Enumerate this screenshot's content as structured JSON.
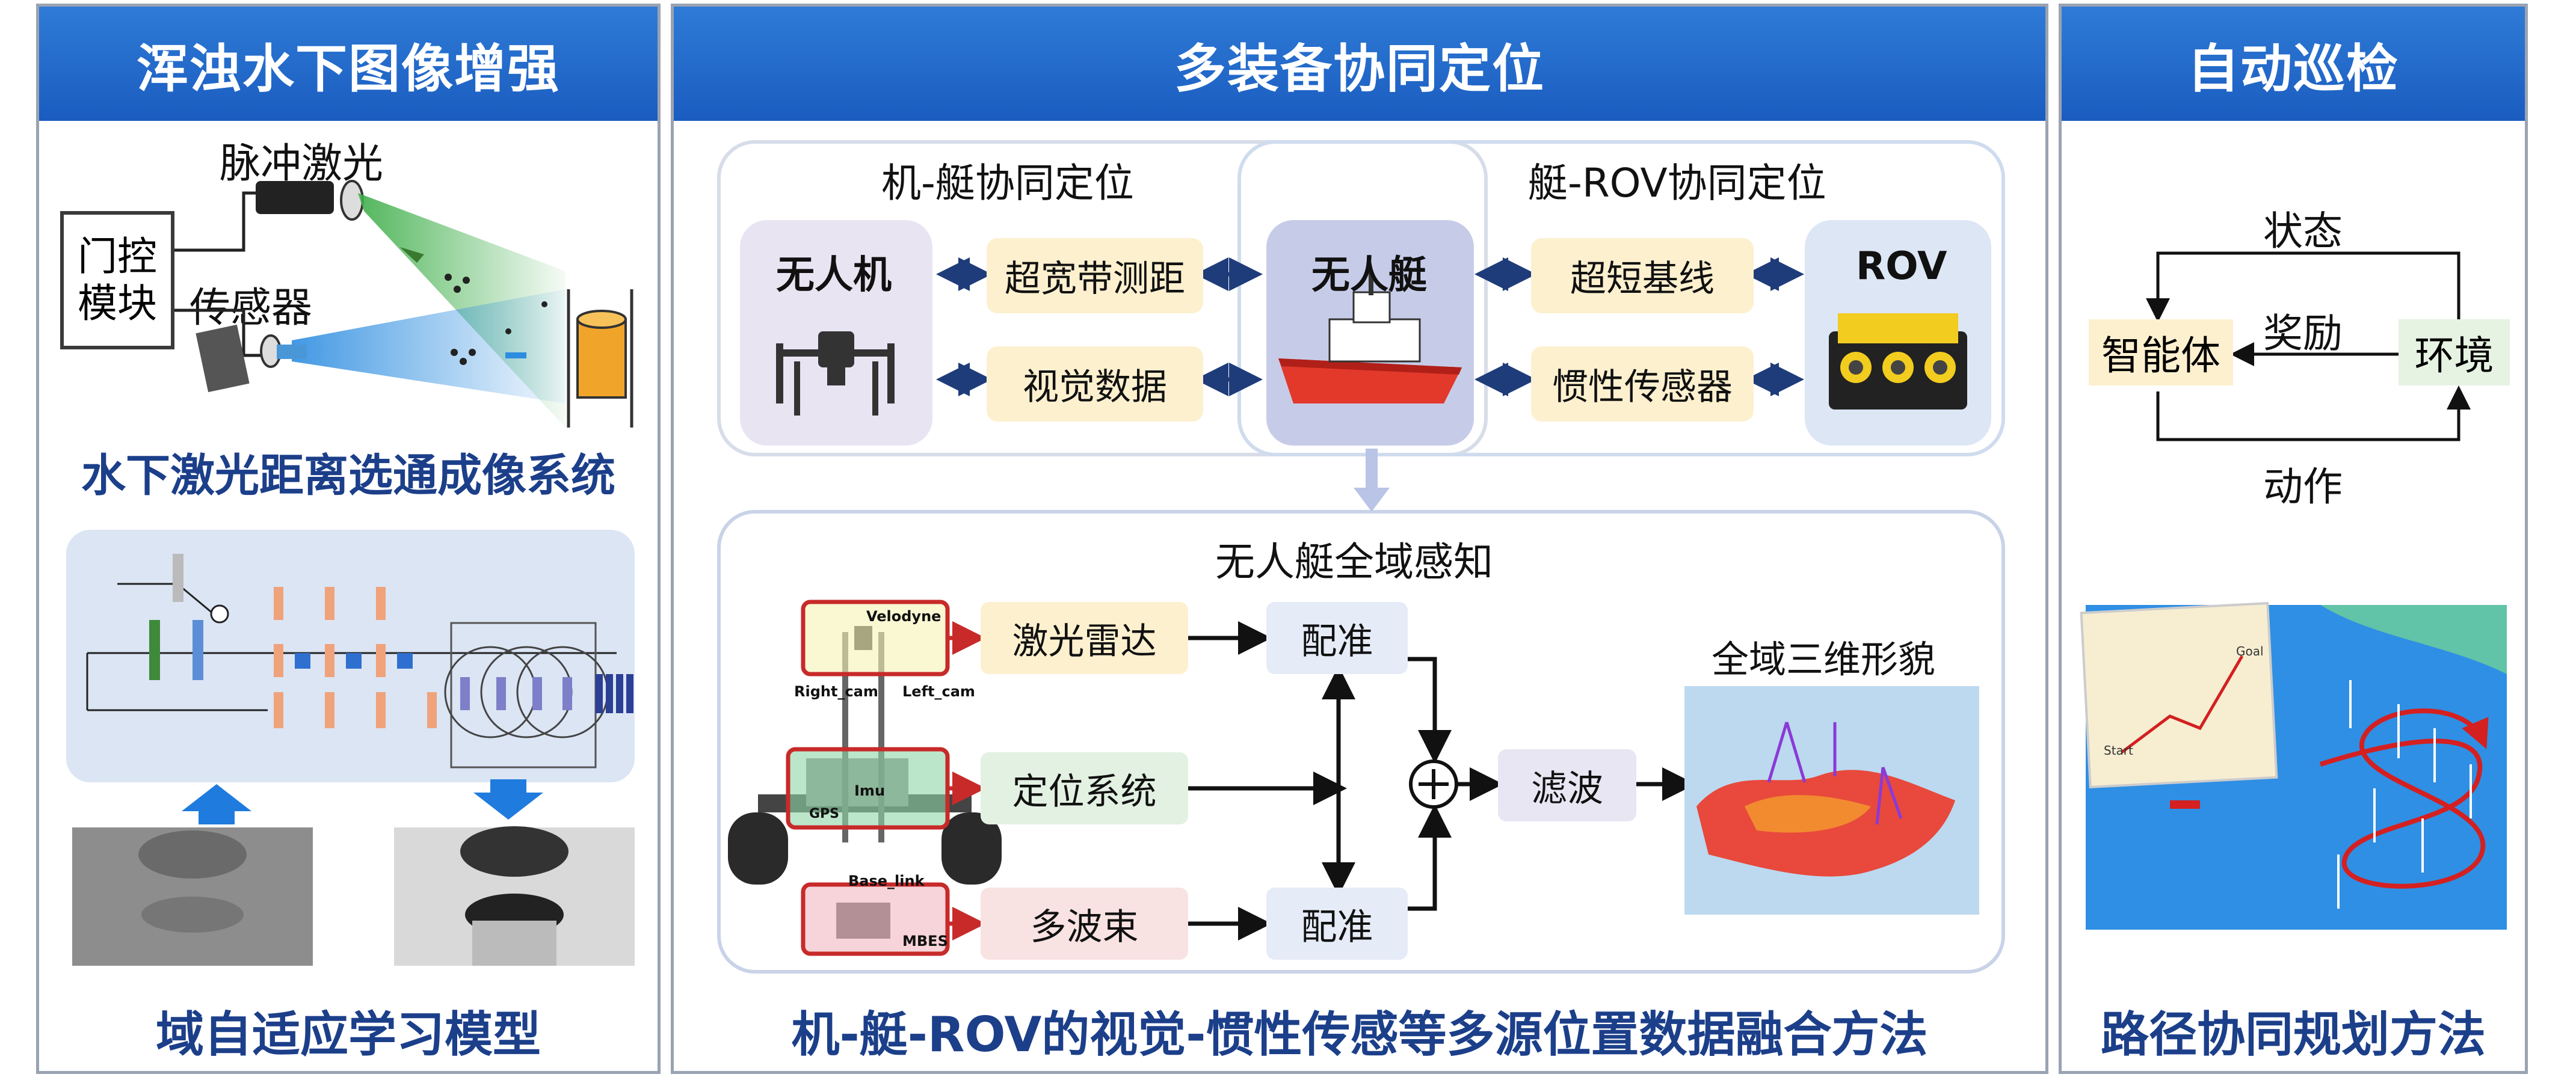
{
  "panels": {
    "left": {
      "title": "浑浊水下图像增强",
      "laser_label": "脉冲激光",
      "gate_label": "门控\n模块",
      "sensor_label": "传感器",
      "system_caption": "水下激光距离选通成像系统",
      "bottom_caption": "域自适应学习模型"
    },
    "middle": {
      "title": "多装备协同定位",
      "group1_title": "机-艇协同定位",
      "group2_title": "艇-ROV协同定位",
      "drone_label": "无人机",
      "boat_label": "无人艇",
      "rov_label": "ROV",
      "uwb": "超宽带测距",
      "visual": "视觉数据",
      "usbl": "超短基线",
      "imu": "惯性传感器",
      "perception_title": "无人艇全域感知",
      "lidar": "激光雷达",
      "positioning": "定位系统",
      "multibeam": "多波束",
      "register1": "配准",
      "register2": "配准",
      "filter": "滤波",
      "terrain_title": "全域三维形貌",
      "sensor_tags": {
        "velodyne": "Velodyne",
        "right_cam": "Right_cam",
        "left_cam": "Left_cam",
        "imu_tag": "Imu",
        "gps_tag": "GPS",
        "base_link": "Base_link",
        "mbes": "MBES"
      },
      "bottom_caption": "机-艇-ROV的视觉-惯性传感等多源位置数据融合方法"
    },
    "right": {
      "title": "自动巡检",
      "agent": "智能体",
      "environment": "环境",
      "state": "状态",
      "reward": "奖励",
      "action": "动作",
      "map_start": "Start",
      "map_goal": "Goal",
      "bottom_caption": "路径协同规划方法"
    }
  },
  "colors": {
    "header_blue": "#1f63c6",
    "caption_navy": "#1c3f8a",
    "arrow_navy": "#1f3c7a",
    "drone_bg": "#e9e4f2",
    "boat_bg": "#c6cce8",
    "rov_bg": "#dde6f5",
    "cream": "#fdf0cf",
    "path_red": "#d42020"
  }
}
